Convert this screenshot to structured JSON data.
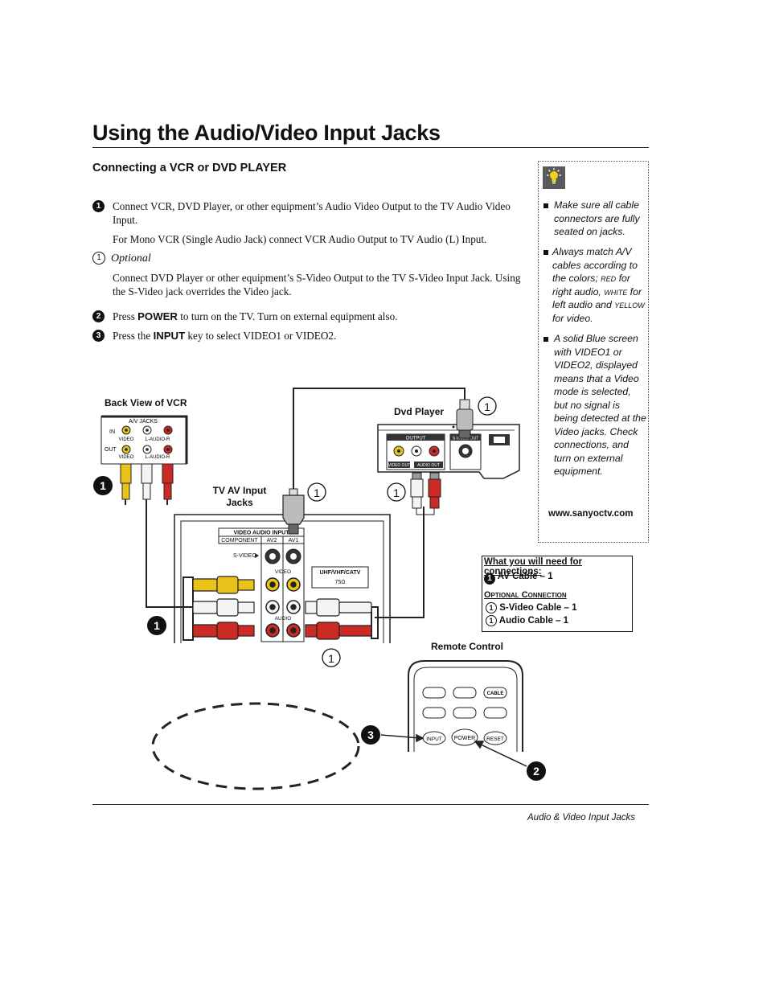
{
  "page": {
    "title": "Using the Audio/Video Input Jacks",
    "subtitle": "Connecting a VCR or DVD PLAYER",
    "footer": "Audio & Video Input Jacks"
  },
  "steps": [
    {
      "marker": "1",
      "text": "Connect VCR, DVD Player, or other equipment’s Audio Video Output to the TV Audio Video Input."
    },
    {
      "text": "For Mono VCR (Single Audio Jack) connect VCR Audio Output to TV Audio (L) Input."
    },
    {
      "marker": "1",
      "text": "Optional"
    },
    {
      "text": "Connect DVD Player or other equipment’s S-Video Output to the TV S-Video Input Jack. Using the S-Video jack overrides the Video jack."
    },
    {
      "marker": "2",
      "pre": "Press ",
      "key": "POWER",
      "post": " to turn on the TV. Turn on external equipment also."
    },
    {
      "marker": "3",
      "pre": "Press the ",
      "key": "INPUT",
      "post": " key to select VIDEO1 or VIDEO2."
    }
  ],
  "tips": {
    "items": [
      {
        "text": "Make sure all cable connectors are fully seated on jacks."
      },
      {
        "parts": [
          "Always match A/V cables according to the colors; ",
          "red",
          " for right audio, ",
          "white",
          " for left audio and ",
          "yellow",
          " for video."
        ]
      },
      {
        "text": "A solid Blue screen with VIDEO1 or VIDEO2, displayed means that a Video mode is selected, but no signal is being detected at the Video jacks. Check connections, and turn on external equipment."
      }
    ],
    "url": "www.sanyoctv.com"
  },
  "needs": {
    "header": "What you will need for connections:",
    "av_cable": "AV Cable – 1",
    "optional_heading": "Optional Connection",
    "svideo_cable": "S-Video Cable – 1",
    "audio_cable": "Audio Cable – 1",
    "marker_main": "1",
    "marker_optional": "1"
  },
  "diagram": {
    "vcr_label": "Back View of VCR",
    "vcr_panel_title": "A/V JACKS",
    "vcr_in": "IN",
    "vcr_out": "OUT",
    "vcr_video": "VIDEO",
    "vcr_laudio": "L-AUDIO-R",
    "dvd_label": "Dvd Player",
    "dvd_output": "OUTPUT",
    "dvd_svideo_out": "S-VIDEO OUT",
    "dvd_video_out": "VIDEO OUT",
    "dvd_audio_out": "AUDIO OUT",
    "tv_label_1": "TV AV Input",
    "tv_label_2": "Jacks",
    "tv_panel_title": "VIDEO AUDIO INPUT",
    "tv_component": "COMPONENT",
    "tv_av2": "AV2",
    "tv_av1": "AV1",
    "tv_svideo": "S-VIDEO",
    "tv_video": "VIDEO",
    "tv_audio": "AUDIO",
    "tv_antenna_1": "UHF/VHF/CATV",
    "tv_antenna_2": "75Ω",
    "remote_label": "Remote Control",
    "remote_cable": "CABLE",
    "remote_input": "INPUT",
    "remote_power": "POWER",
    "remote_reset": "RESET",
    "callouts": [
      "1",
      "1",
      "1",
      "1",
      "1",
      "1",
      "3",
      "2"
    ],
    "colors": {
      "red": "#cc2a24",
      "yellow": "#e9c21a",
      "white": "#f4f4f4",
      "cable": "#222222"
    }
  }
}
